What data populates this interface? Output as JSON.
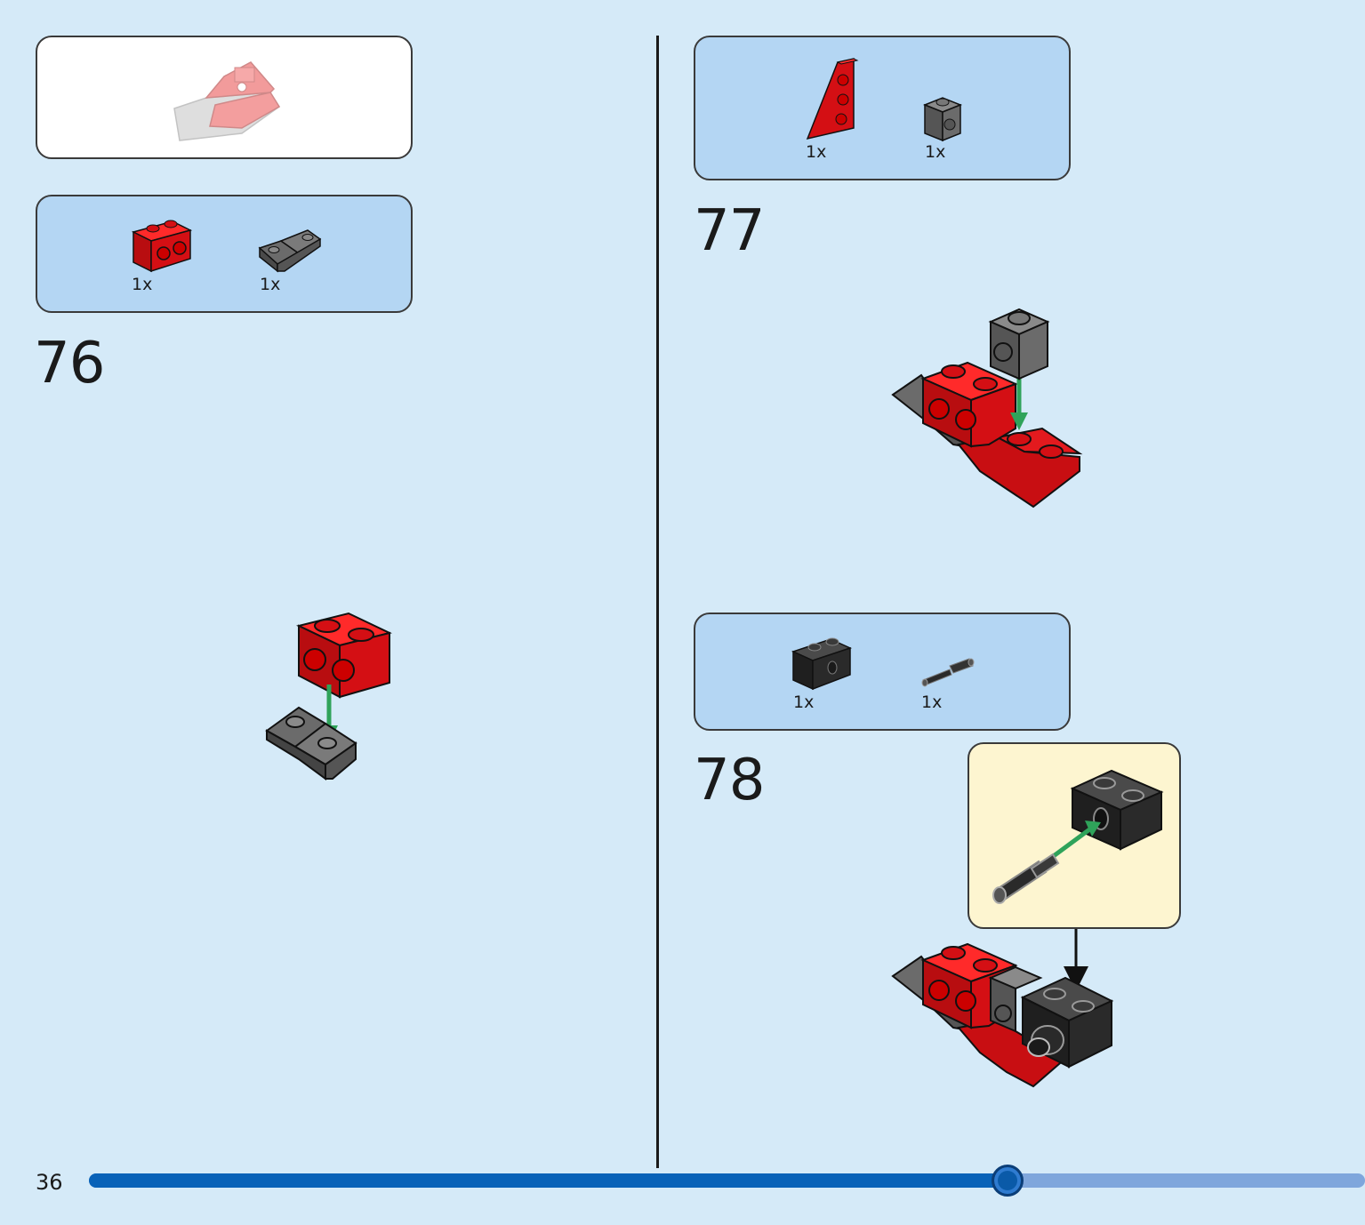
{
  "page": {
    "number": "36"
  },
  "progress": {
    "value": 0.72
  },
  "steps": [
    {
      "number": "76",
      "parts": [
        {
          "qty": "1x",
          "icon": "red-brick-1x2-studs-side-icon"
        },
        {
          "qty": "1x",
          "icon": "dark-gray-inverted-slope-icon"
        }
      ]
    },
    {
      "number": "77",
      "parts": [
        {
          "qty": "1x",
          "icon": "red-wedge-plate-icon"
        },
        {
          "qty": "1x",
          "icon": "dark-gray-brick-1x1-stud-side-icon"
        }
      ]
    },
    {
      "number": "78",
      "parts": [
        {
          "qty": "1x",
          "icon": "black-technic-brick-1x2-icon"
        },
        {
          "qty": "1x",
          "icon": "black-technic-pin-icon"
        }
      ]
    }
  ],
  "colors": {
    "background": "#d5eaf8",
    "parts_box": "#b4d6f3",
    "callout_box": "#fdf5d0",
    "brick_red": "#d40f14",
    "brick_dark_gray": "#6b6b6b",
    "brick_black": "#2a2a2a",
    "arrow_green": "#2fa35a",
    "progress_fill": "#0862b8",
    "progress_track": "#7fa6dc"
  }
}
